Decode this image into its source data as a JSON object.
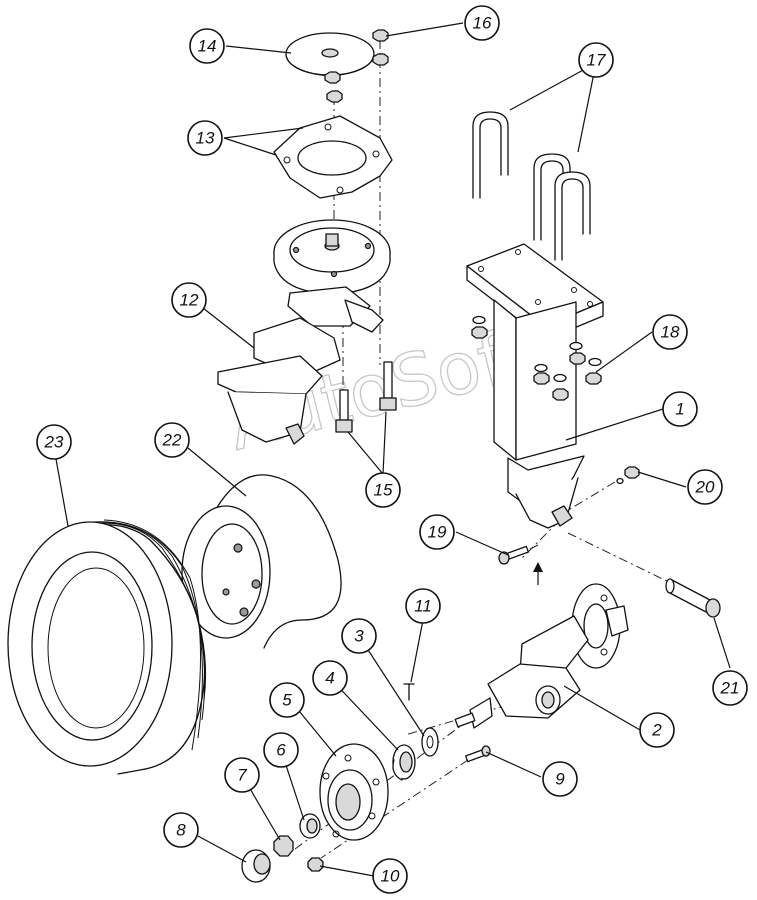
{
  "watermark": "AutoSoft",
  "callouts": [
    {
      "id": "1",
      "name": "callout-1"
    },
    {
      "id": "2",
      "name": "callout-2"
    },
    {
      "id": "3",
      "name": "callout-3"
    },
    {
      "id": "4",
      "name": "callout-4"
    },
    {
      "id": "5",
      "name": "callout-5"
    },
    {
      "id": "6",
      "name": "callout-6"
    },
    {
      "id": "7",
      "name": "callout-7"
    },
    {
      "id": "8",
      "name": "callout-8"
    },
    {
      "id": "9",
      "name": "callout-9"
    },
    {
      "id": "10",
      "name": "callout-10"
    },
    {
      "id": "11",
      "name": "callout-11"
    },
    {
      "id": "12",
      "name": "callout-12"
    },
    {
      "id": "13",
      "name": "callout-13"
    },
    {
      "id": "14",
      "name": "callout-14"
    },
    {
      "id": "15",
      "name": "callout-15"
    },
    {
      "id": "16",
      "name": "callout-16"
    },
    {
      "id": "17",
      "name": "callout-17"
    },
    {
      "id": "18",
      "name": "callout-18"
    },
    {
      "id": "19",
      "name": "callout-19"
    },
    {
      "id": "20",
      "name": "callout-20"
    },
    {
      "id": "21",
      "name": "callout-21"
    },
    {
      "id": "22",
      "name": "callout-22"
    },
    {
      "id": "23",
      "name": "callout-23"
    }
  ]
}
